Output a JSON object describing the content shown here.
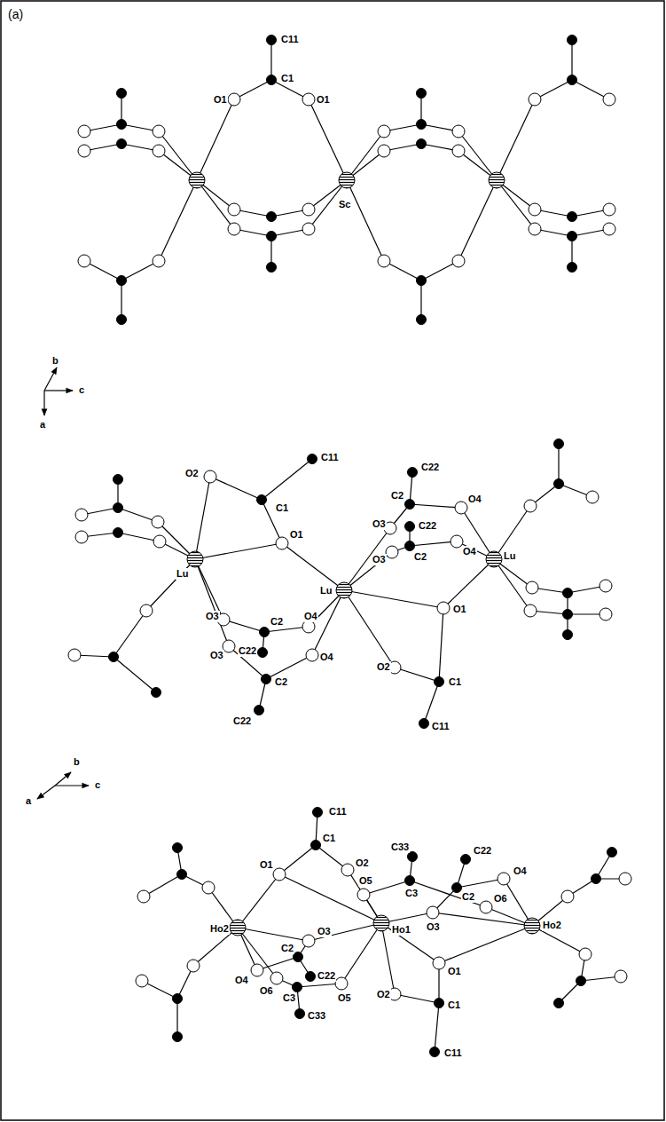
{
  "diagram": {
    "labels": [
      "(a)",
      "C11",
      "C1",
      "O1",
      "O1",
      "Sc",
      "b",
      "c",
      "a",
      "O2",
      "C11",
      "C1",
      "O1",
      "C22",
      "C2",
      "O4",
      "O3",
      "C22",
      "C2",
      "O4",
      "O3",
      "Lu",
      "O3",
      "C2",
      "O4",
      "C22",
      "O3",
      "O4",
      "C2",
      "C22",
      "Lu",
      "Lu",
      "O1",
      "O2",
      "C1",
      "C11",
      "b",
      "c",
      "a",
      "C11",
      "C1",
      "O2",
      "O1",
      "O5",
      "C33",
      "C22",
      "C3",
      "C2",
      "O4",
      "O6",
      "O3",
      "Ho2",
      "Ho1",
      "Ho2",
      "C2",
      "O3",
      "O4",
      "O6",
      "C22",
      "O5",
      "C3",
      "C33",
      "O1",
      "O2",
      "C1",
      "C11"
    ]
  }
}
